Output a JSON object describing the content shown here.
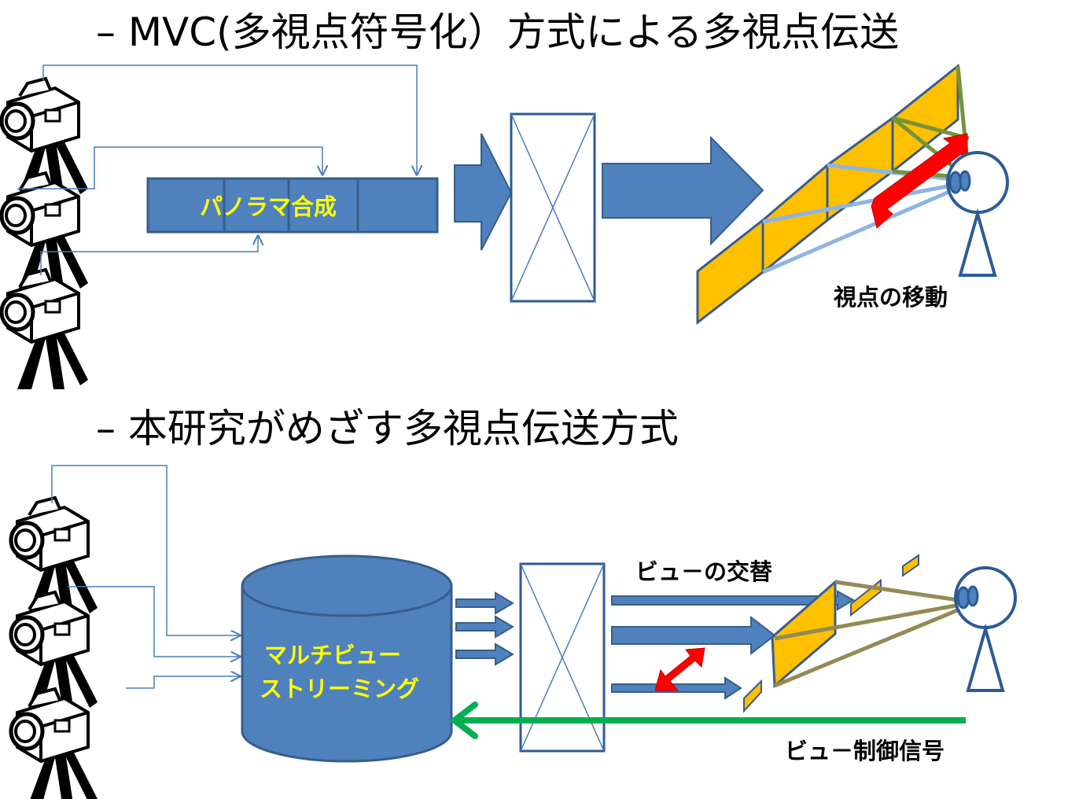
{
  "colors": {
    "block_blue": "#4f81bd",
    "block_dark": "#385d8a",
    "screen_yellow": "#ffc000",
    "thin_line_blue": "#4a7ebb",
    "ray_light_blue": "#8eb4e3",
    "ray_olive": "#77933c",
    "ray_khaki": "#948a54",
    "motion_red": "#ff0000",
    "control_green": "#00b050",
    "label_yellow": "#ffff00"
  },
  "section1": {
    "heading": "– MVC(多視点符号化）方式による多視点伝送",
    "panorama_label": "パノラマ合成",
    "viewpoint_label": "視点の移動"
  },
  "section2": {
    "heading": "– 本研究がめざす多視点伝送方式",
    "storage_line1": "マルチビュー",
    "storage_line2": "ストリーミング",
    "view_switch_label": "ビュ－の交替",
    "control_label": "ビュ－制御信号"
  },
  "icons": [
    "camera-icon",
    "eye-icon",
    "encoder-box-icon",
    "viewer-icon"
  ]
}
